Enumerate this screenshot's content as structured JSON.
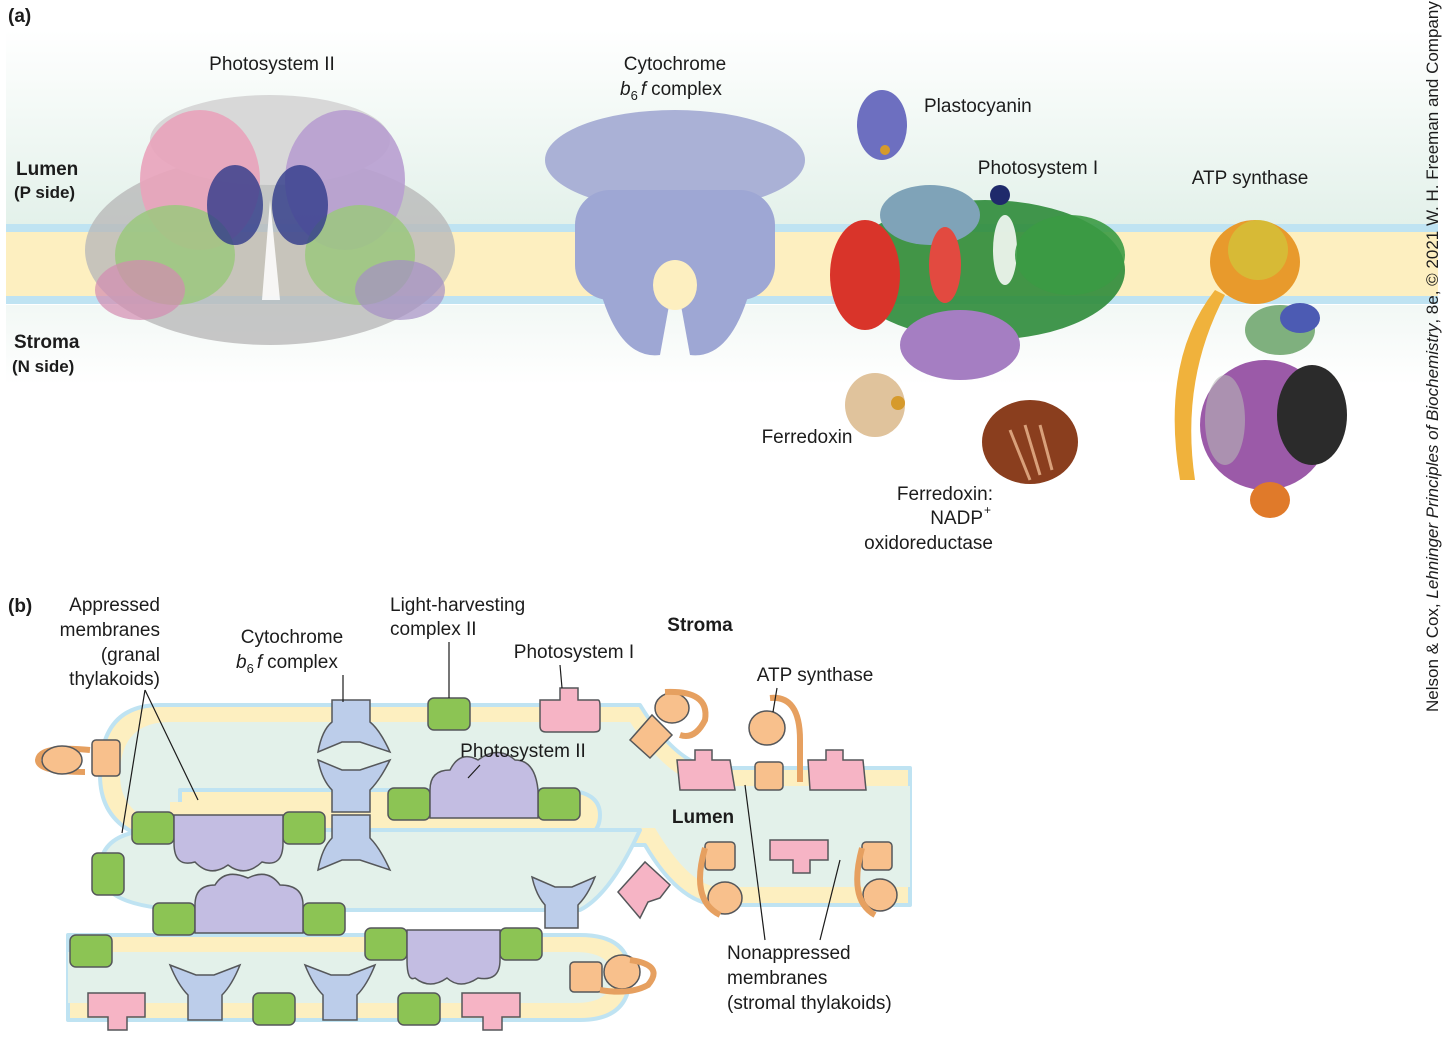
{
  "panel_a": {
    "tag": "(a)",
    "side_labels": {
      "lumen": "Lumen",
      "lumen_side": "(P side)",
      "stroma": "Stroma",
      "stroma_side": "(N side)"
    },
    "labels": {
      "photosystem_ii": "Photosystem II",
      "cytochrome_line1": "Cytochrome",
      "cytochrome_b": "b",
      "cytochrome_sub": "6",
      "cytochrome_f": "f",
      "cytochrome_complex": "complex",
      "plastocyanin": "Plastocyanin",
      "photosystem_i": "Photosystem I",
      "atp_synthase": "ATP synthase",
      "ferredoxin": "Ferredoxin",
      "fnr_line1": "Ferredoxin:",
      "fnr_line2": "NADP",
      "fnr_sup": "+",
      "fnr_line3": "oxidoreductase"
    }
  },
  "panel_b": {
    "tag": "(b)",
    "labels": {
      "appressed_1": "Appressed",
      "appressed_2": "membranes",
      "appressed_3": "(granal",
      "appressed_4": "thylakoids)",
      "cytochrome_line1": "Cytochrome",
      "cytochrome_b": "b",
      "cytochrome_sub": "6",
      "cytochrome_f": "f",
      "cytochrome_complex": "complex",
      "lhc_1": "Light-harvesting",
      "lhc_2": "complex II",
      "photosystem_i": "Photosystem I",
      "stroma": "Stroma",
      "atp_synthase": "ATP synthase",
      "photosystem_ii": "Photosystem II",
      "lumen": "Lumen",
      "nonappressed_1": "Nonappressed",
      "nonappressed_2": "membranes",
      "nonappressed_3": "(stromal thylakoids)"
    }
  },
  "credit": {
    "prefix": "Nelson & Cox, ",
    "title": "Lehninger Principles of Biochemistry",
    "suffix": ", 8e, © 2021 W. H. Freeman and Company"
  },
  "colors": {
    "lumen_band": "#e3f1ea",
    "membrane_core": "#fdefc0",
    "membrane_edge": "#bfe3f2",
    "lhc_green": "#8cc454",
    "cytochrome_blue": "#bccdea",
    "psii_lavender": "#c3bde2",
    "psi_pink": "#f6b4c5",
    "atp_orange": "#f8c08c",
    "protein_red": "#d9342a",
    "protein_green": "#2e8b3a",
    "protein_purple": "#8e4fa4",
    "protein_brown": "#8a3e1e"
  }
}
